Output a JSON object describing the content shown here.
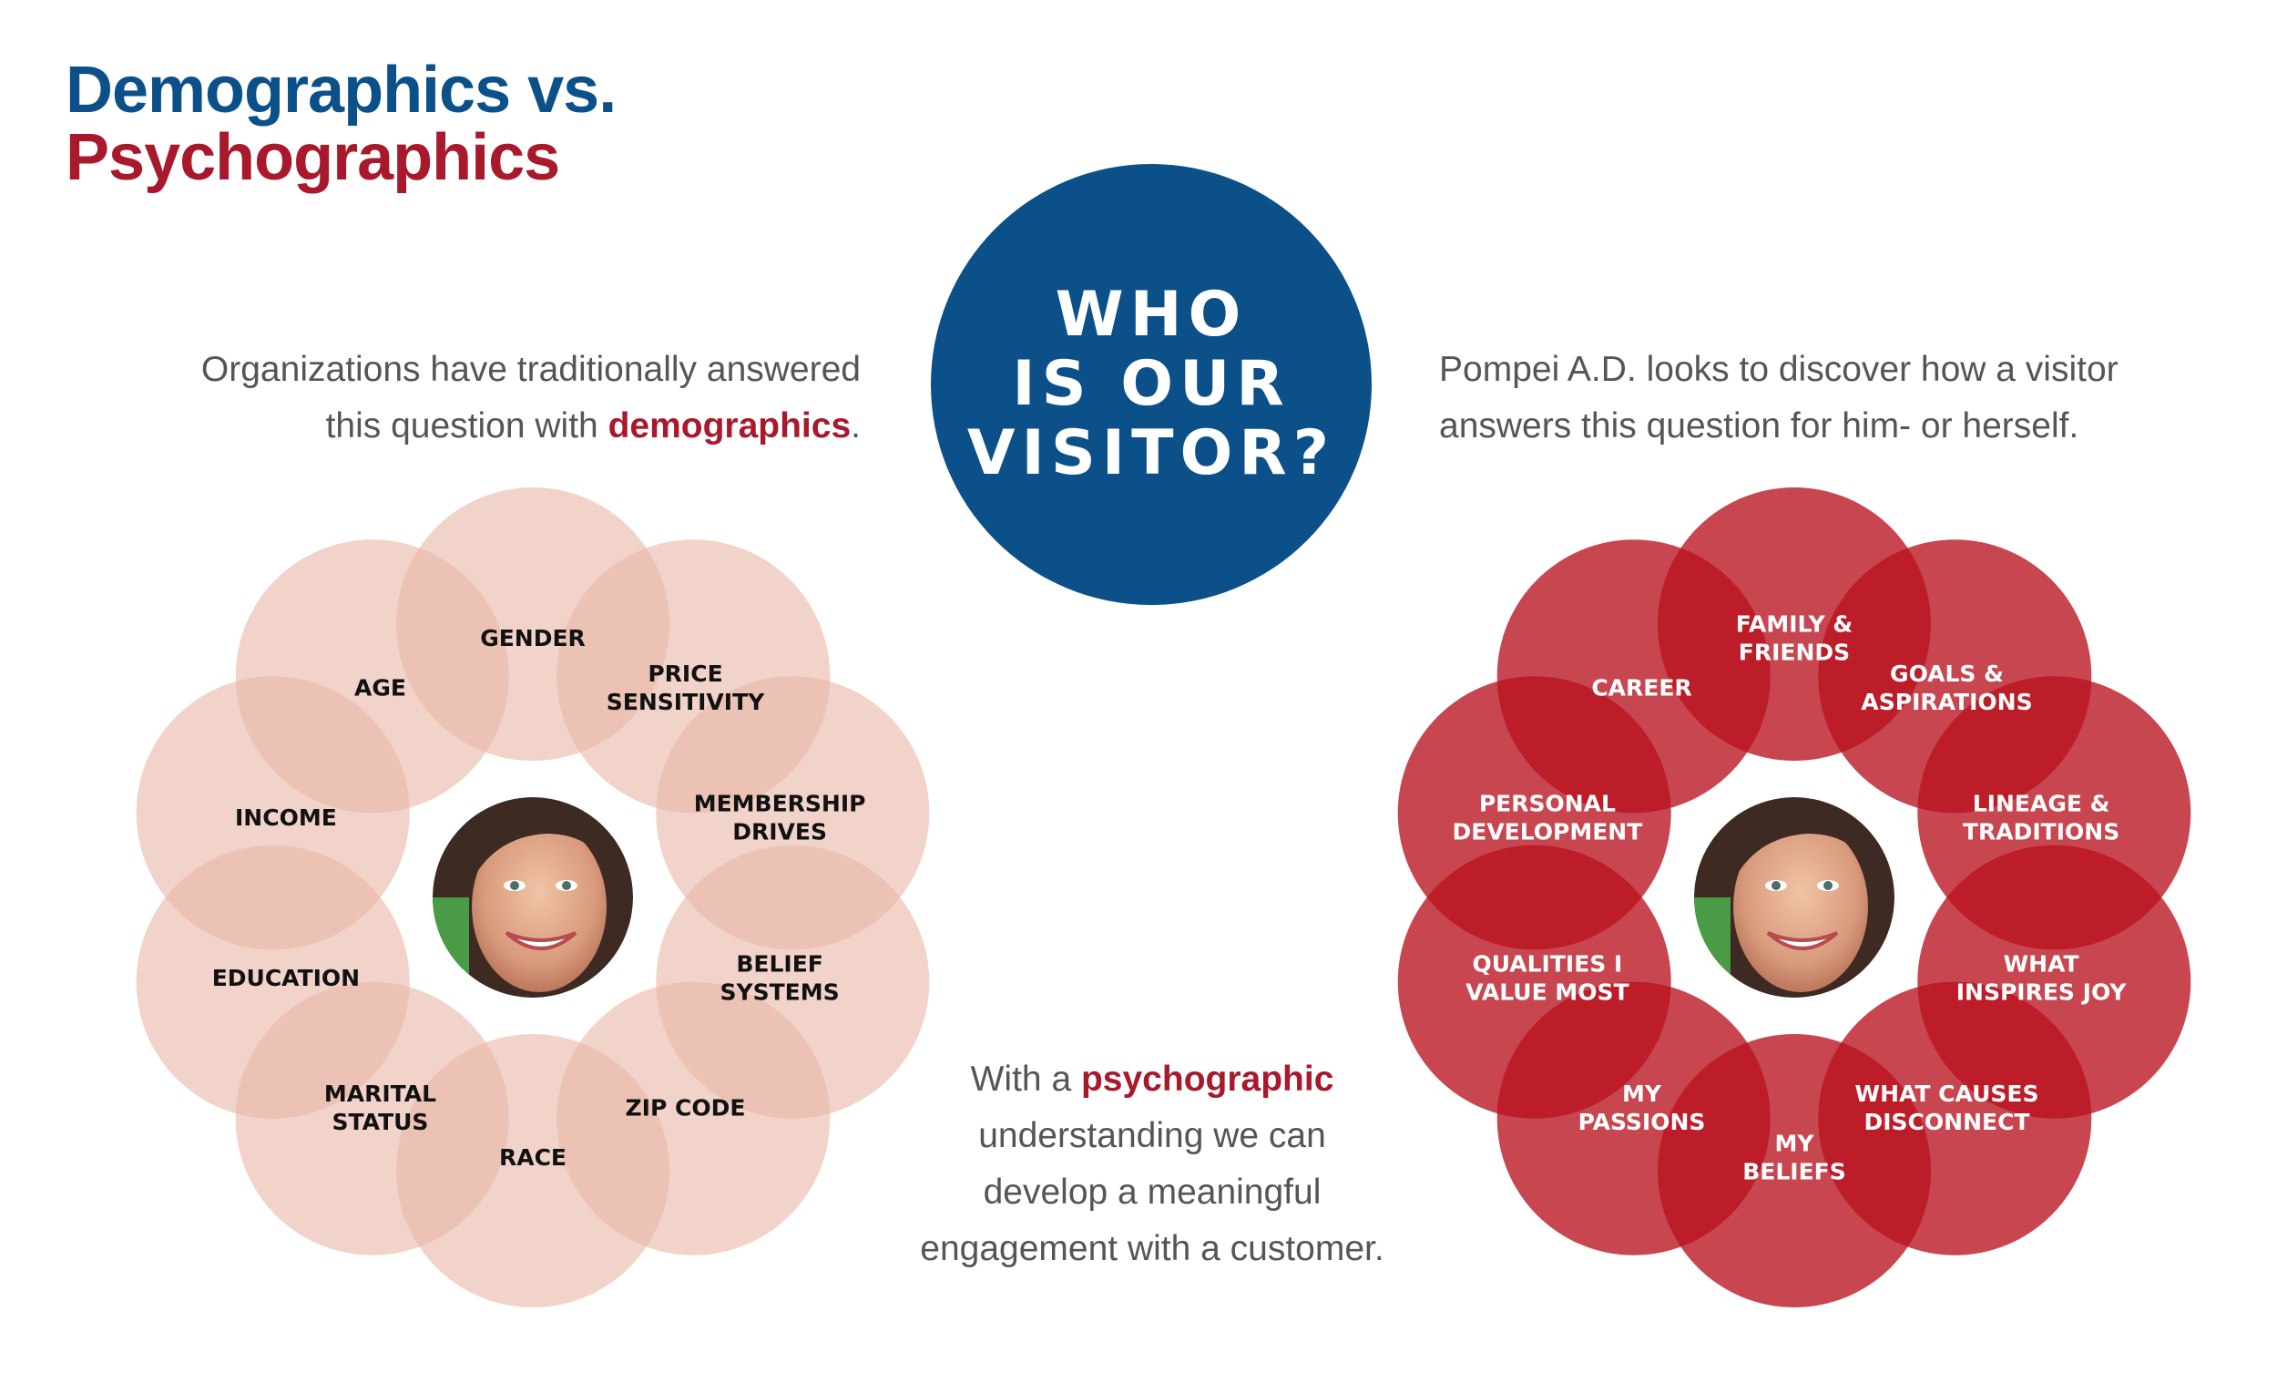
{
  "title": {
    "line1": "Demographics vs.",
    "line2": "Psychographics"
  },
  "left_intro": {
    "line1": "Organizations have traditionally answered",
    "line2_prefix": "this question with ",
    "emphasis": "demographics",
    "suffix": "."
  },
  "center_circle": {
    "lines": [
      "WHO",
      "IS OUR",
      "VISITOR?"
    ]
  },
  "right_intro": {
    "line1": "Pompei A.D. looks to discover how a visitor",
    "line2": "answers this question for him- or herself."
  },
  "bottom_text": {
    "prefix": "With a ",
    "emphasis": "psychographic",
    "line2": "understanding we can",
    "line3": "develop a meaningful",
    "line4": "engagement with a customer."
  },
  "colors": {
    "blue": "#0b5089",
    "red": "#a8192c",
    "demographic_petal": "#f0cfc4",
    "psychographic_petal": "#b8121e",
    "text_gray": "#555555"
  },
  "demographics": {
    "center_image": "smiling-woman-portrait",
    "petals": [
      {
        "label": [
          "GENDER"
        ]
      },
      {
        "label": [
          "PRICE",
          "SENSITIVITY"
        ]
      },
      {
        "label": [
          "MEMBERSHIP",
          "DRIVES"
        ]
      },
      {
        "label": [
          "BELIEF",
          "SYSTEMS"
        ]
      },
      {
        "label": [
          "ZIP CODE"
        ]
      },
      {
        "label": [
          "RACE"
        ]
      },
      {
        "label": [
          "MARITAL",
          "STATUS"
        ]
      },
      {
        "label": [
          "EDUCATION"
        ]
      },
      {
        "label": [
          "INCOME"
        ]
      },
      {
        "label": [
          "AGE"
        ]
      }
    ]
  },
  "psychographics": {
    "center_image": "smiling-woman-portrait",
    "petals": [
      {
        "label": [
          "FAMILY &",
          "FRIENDS"
        ]
      },
      {
        "label": [
          "GOALS &",
          "ASPIRATIONS"
        ]
      },
      {
        "label": [
          "LINEAGE &",
          "TRADITIONS"
        ]
      },
      {
        "label": [
          "WHAT",
          "INSPIRES JOY"
        ]
      },
      {
        "label": [
          "WHAT CAUSES",
          "DISCONNECT"
        ]
      },
      {
        "label": [
          "MY",
          "BELIEFS"
        ]
      },
      {
        "label": [
          "MY",
          "PASSIONS"
        ]
      },
      {
        "label": [
          "QUALITIES I",
          "VALUE MOST"
        ]
      },
      {
        "label": [
          "PERSONAL",
          "DEVELOPMENT"
        ]
      },
      {
        "label": [
          "CAREER"
        ]
      }
    ]
  }
}
